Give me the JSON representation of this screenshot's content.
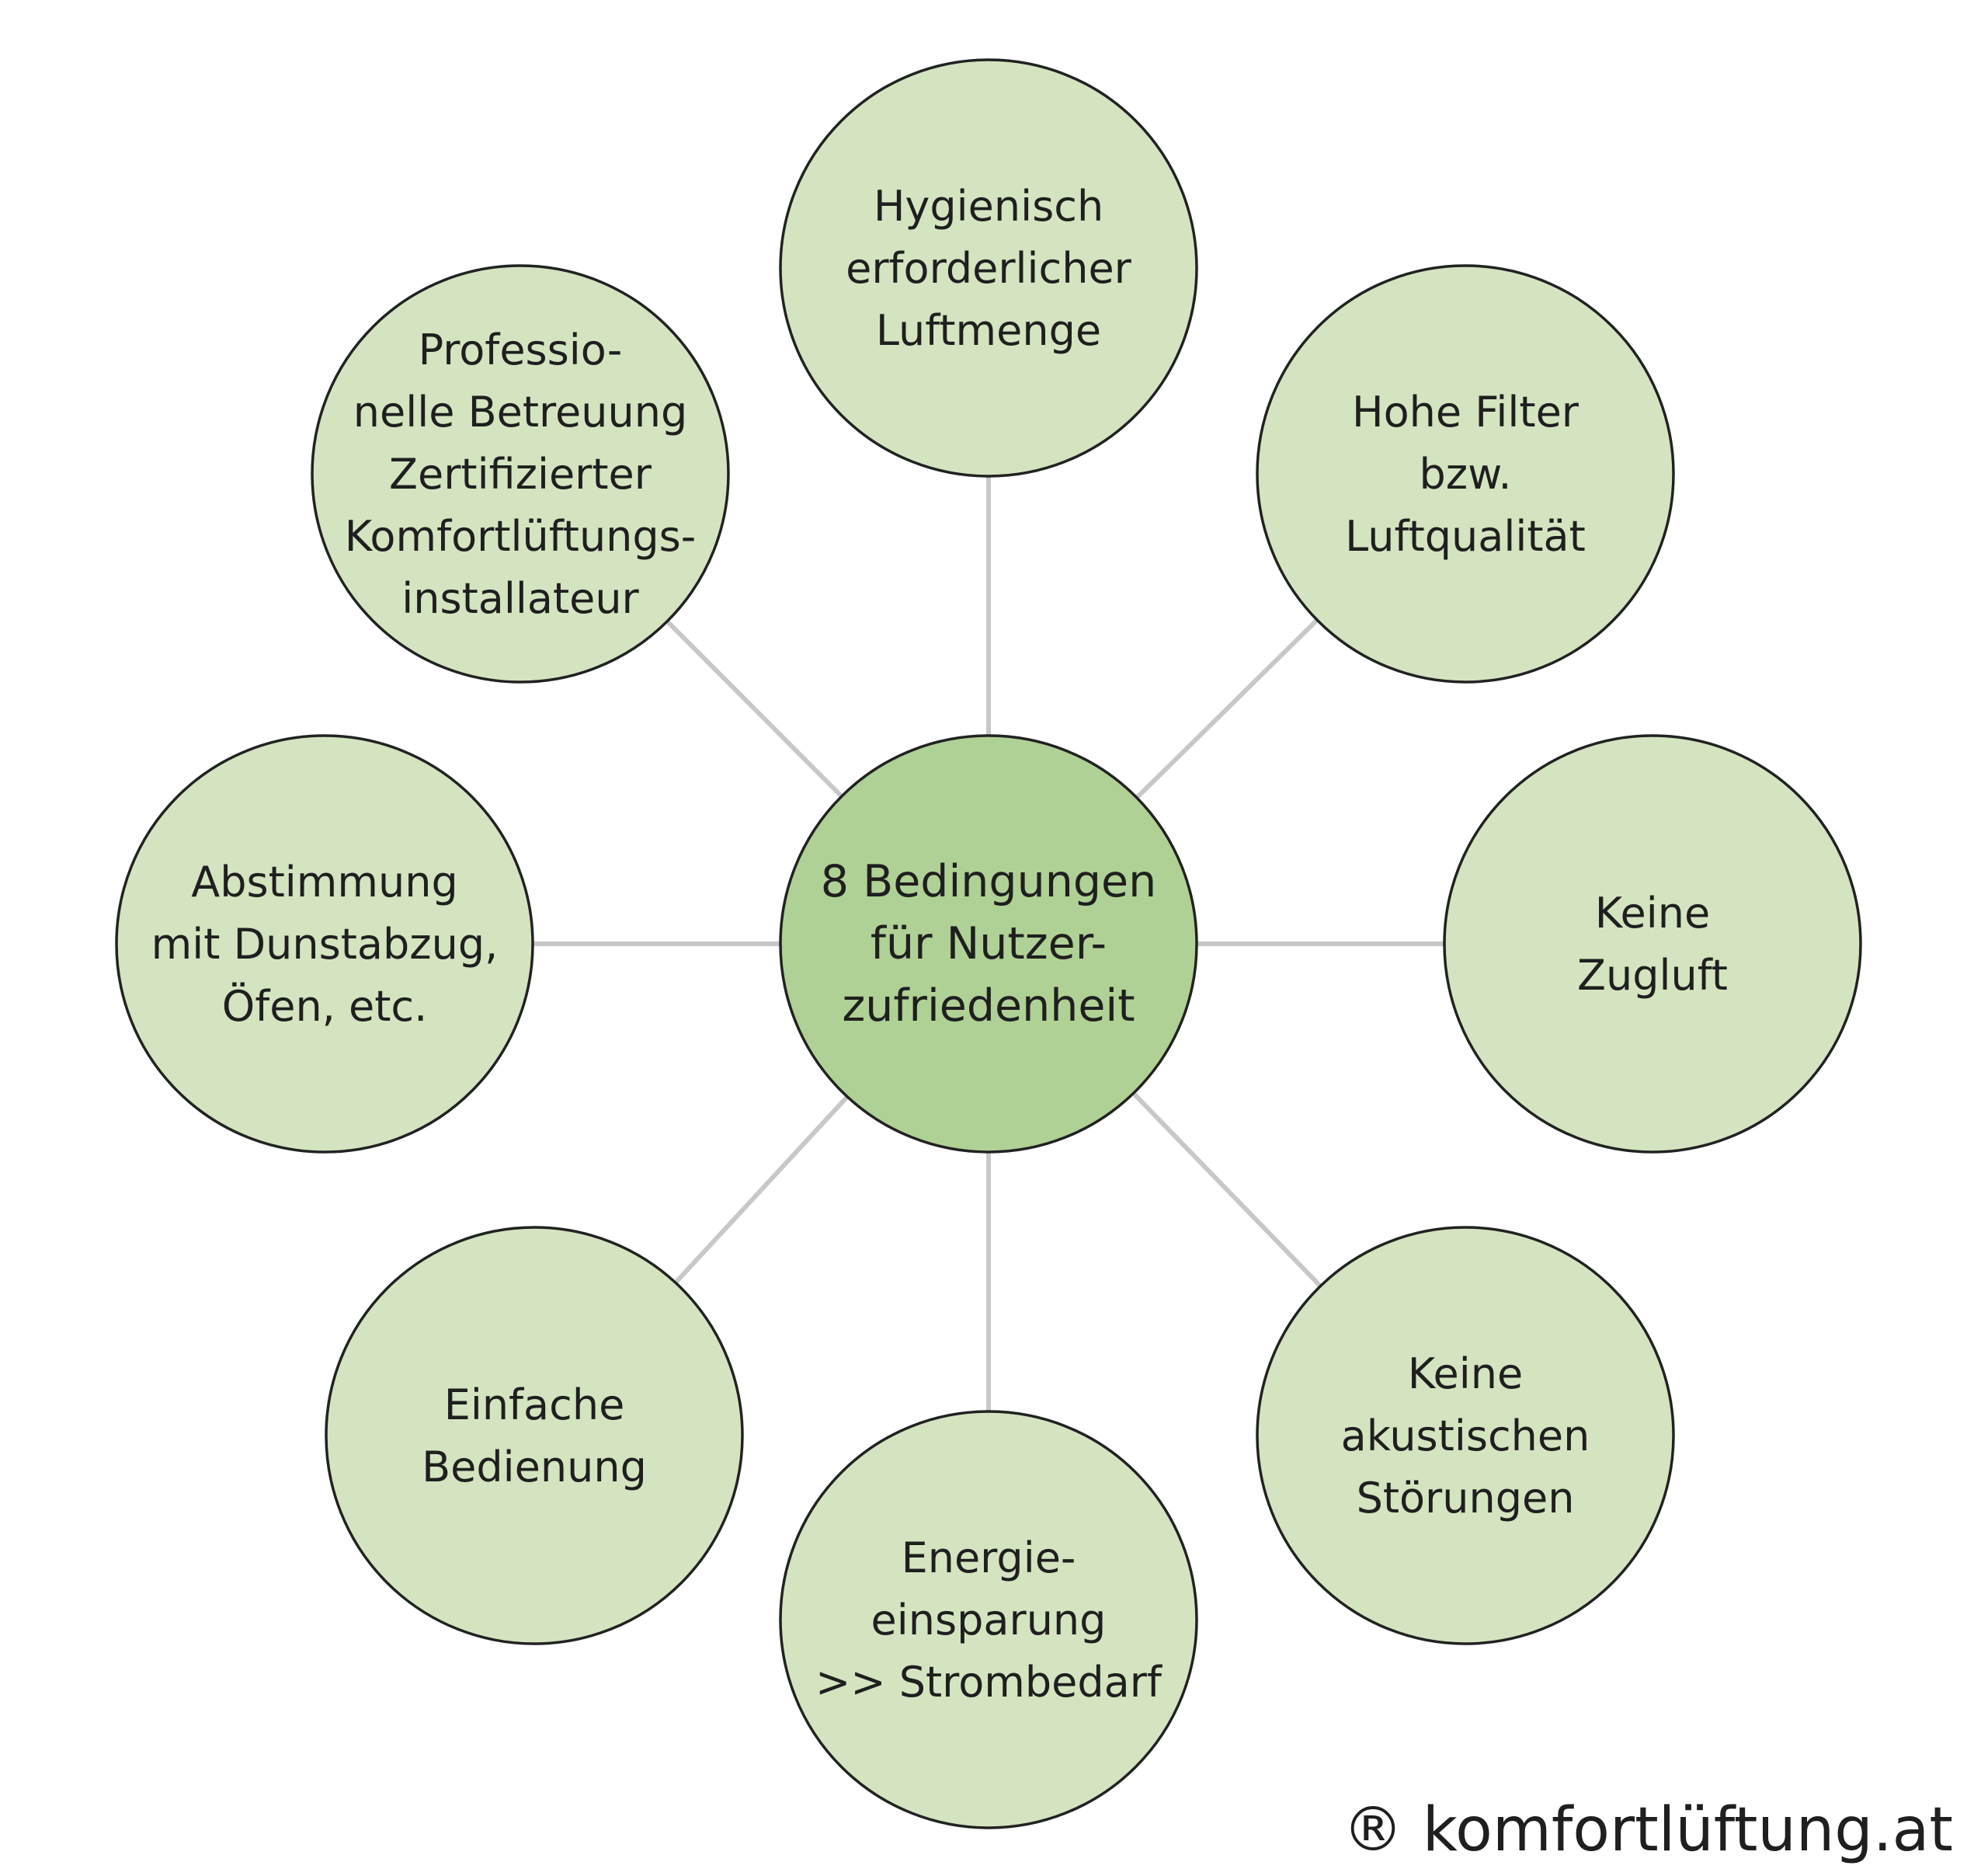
{
  "colors": {
    "background": "#ffffff",
    "outer_node_fill": "#d4e4c0",
    "center_node_fill": "#b0d195",
    "node_stroke": "#222222",
    "connector": "#c8c8c8",
    "text": "#1f1f1f"
  },
  "center": {
    "lines": [
      "8 Bedingungen",
      "für Nutzer-",
      "zufriedenheit"
    ]
  },
  "nodes": [
    {
      "id": "luftmenge",
      "lines": [
        "Hygienisch",
        "erforderlicher",
        "Luftmenge"
      ]
    },
    {
      "id": "filter",
      "lines": [
        "Hohe Filter",
        "bzw.",
        "Luftqualität"
      ]
    },
    {
      "id": "zugluft",
      "lines": [
        "Keine",
        "Zugluft"
      ]
    },
    {
      "id": "akustik",
      "lines": [
        "Keine",
        "akustischen",
        "Störungen"
      ]
    },
    {
      "id": "energie",
      "lines": [
        "Energie-",
        "einsparung",
        ">> Strombedarf"
      ]
    },
    {
      "id": "bedienung",
      "lines": [
        "Einfache",
        "Bedienung"
      ]
    },
    {
      "id": "dunstabzug",
      "lines": [
        "Abstimmung",
        "mit Dunstabzug,",
        "Öfen, etc."
      ]
    },
    {
      "id": "betreuung",
      "lines": [
        "Professio-",
        "nelle Betreuung",
        "Zertifizierter",
        "Komfortlüftungs-",
        "installateur"
      ]
    }
  ],
  "credit": "® komfortlüftung.at"
}
